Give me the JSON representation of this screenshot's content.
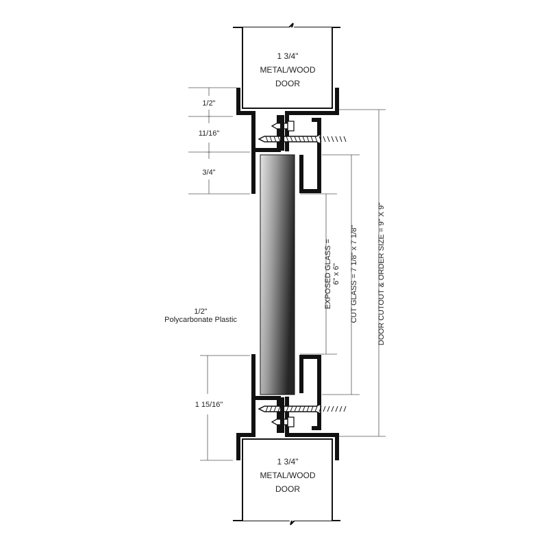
{
  "doors": {
    "top": {
      "line1": "1 3/4\"",
      "line2": "METAL/WOOD",
      "line3": "DOOR"
    },
    "bottom": {
      "line1": "1 3/4\"",
      "line2": "METAL/WOOD",
      "line3": "DOOR"
    }
  },
  "dimensions": {
    "left_top": [
      "1/2\"",
      "11/16\"",
      "3/4\""
    ],
    "left_bottom": "1 15/16\"",
    "material_size": "1/2\"",
    "material_name": "Polycarbonate Plastic",
    "exposed_glass_1": "EXPOSED GLASS =",
    "exposed_glass_2": "6\" x 6\"",
    "cut_glass": "CUT GLASS = 7 1/8\" x 7 1/8\"",
    "door_cutout": "DOOR CUTOUT & ORDER SIZE = 9\" X 9\""
  },
  "colors": {
    "frame": "#111111",
    "glass_light": "#e0e0e0",
    "glass_dark": "#2a2a2a"
  }
}
